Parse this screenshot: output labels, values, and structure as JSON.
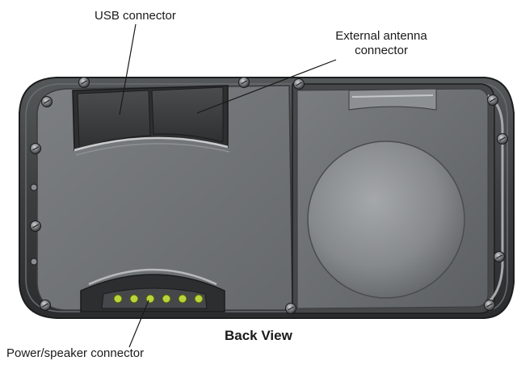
{
  "labels": {
    "usb": "USB connector",
    "antenna_line1": "External antenna",
    "antenna_line2": "connector",
    "power": "Power/speaker connector",
    "view_title": "Back View"
  },
  "colors": {
    "body_dark": "#3a3c3e",
    "panel_gray": "#6e7174",
    "pin_green": "#b8d43a"
  },
  "connector_pins": 6,
  "screws": 12
}
